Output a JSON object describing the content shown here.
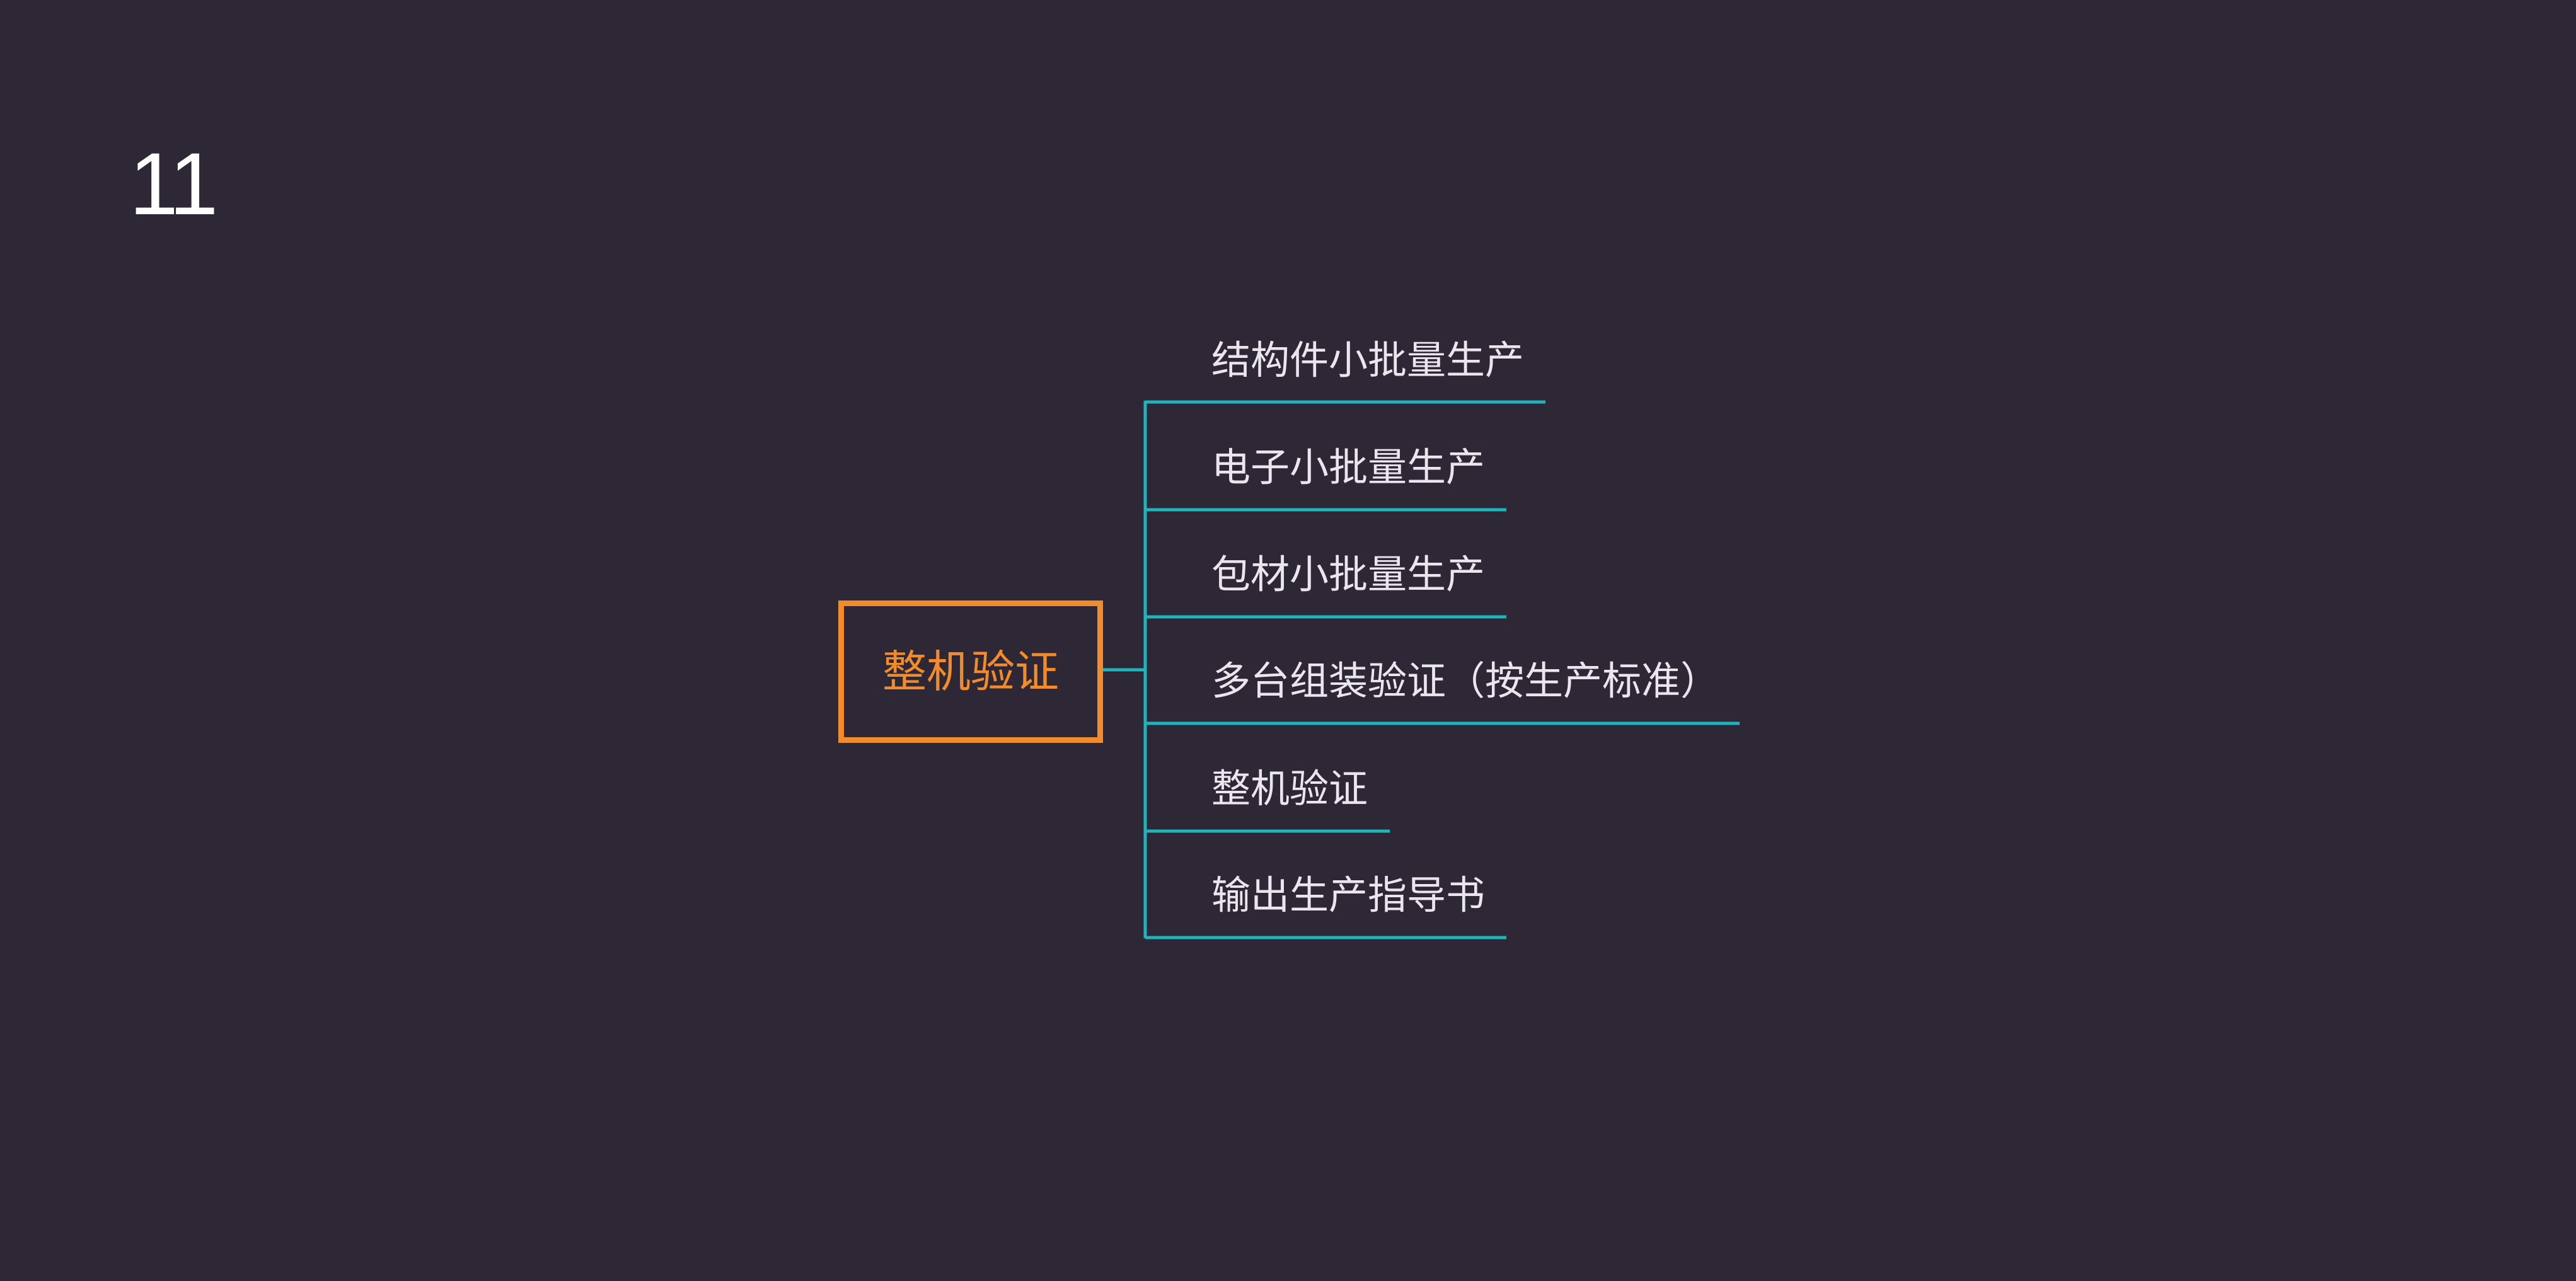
{
  "page_number": "11",
  "root": {
    "label": "整机验证"
  },
  "branches": [
    {
      "label": "结构件小批量生产"
    },
    {
      "label": "电子小批量生产"
    },
    {
      "label": "包材小批量生产"
    },
    {
      "label": "多台组装验证（按生产标准）"
    },
    {
      "label": "整机验证"
    },
    {
      "label": "输出生产指导书"
    }
  ],
  "colors": {
    "background": "#2e2735",
    "root_accent": "#f28b2c",
    "connector": "#1fb5bd",
    "branch_text": "#e9e6ee",
    "page_number": "#ffffff"
  }
}
